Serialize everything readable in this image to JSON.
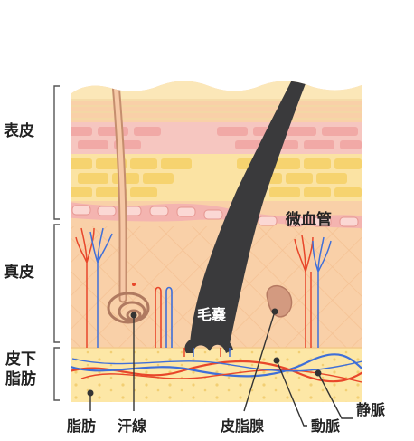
{
  "labels": {
    "epidermis": "表皮",
    "dermis": "真皮",
    "subcutis_line1": "皮下",
    "subcutis_line2": "脂肪",
    "capillary": "微血管",
    "follicle": "毛嚢",
    "fat": "脂肪",
    "sweat_gland": "汗線",
    "sebaceous_gland": "皮脂腺",
    "artery": "動脈",
    "vein": "静脈"
  },
  "colors": {
    "epidermis_top": "#fbe7b8",
    "epidermis_pink": "#f6c6c0",
    "cell_yellow": "#f7e08a",
    "dermis": "#f9d0a8",
    "fat_layer": "#fde7a6",
    "artery": "#e8462a",
    "vein": "#3f6fd8",
    "hair": "#3a3a3c",
    "leader": "#333333"
  }
}
